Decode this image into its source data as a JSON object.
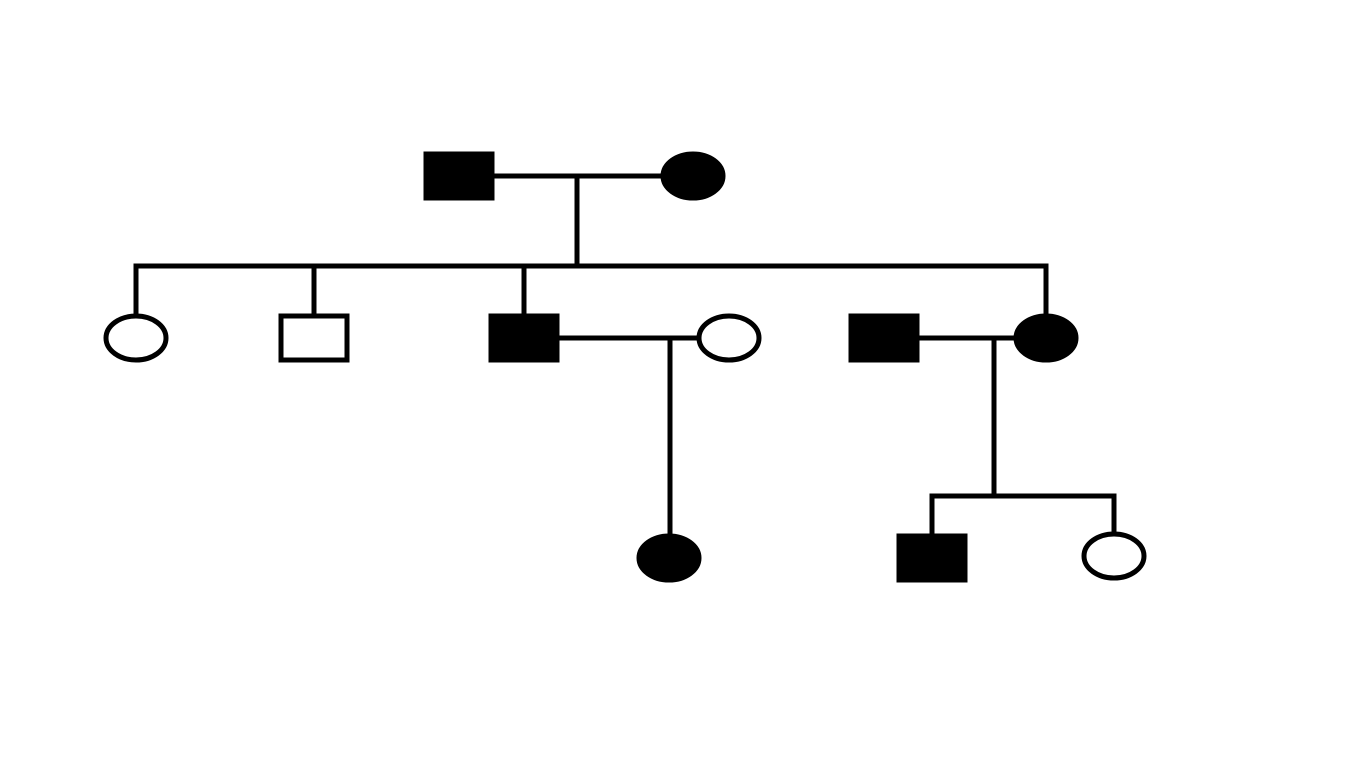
{
  "diagram": {
    "type": "pedigree",
    "colors": {
      "affected": "#000000",
      "unaffected": "#ffffff",
      "line": "#000000"
    },
    "generations": [
      {
        "generation": 1,
        "members": [
          {
            "id": "g1-father",
            "sex": "male",
            "affected": true
          },
          {
            "id": "g1-mother",
            "sex": "female",
            "affected": true
          }
        ]
      },
      {
        "generation": 2,
        "members": [
          {
            "id": "g2-daughter-1",
            "sex": "female",
            "affected": false
          },
          {
            "id": "g2-son-1",
            "sex": "male",
            "affected": false
          },
          {
            "id": "g2-son-2",
            "sex": "male",
            "affected": true
          },
          {
            "id": "g2-son-2-wife",
            "sex": "female",
            "affected": false,
            "married_in": true
          },
          {
            "id": "g2-daughter-2-husband",
            "sex": "male",
            "affected": true,
            "married_in": true
          },
          {
            "id": "g2-daughter-2",
            "sex": "female",
            "affected": true
          }
        ]
      },
      {
        "generation": 3,
        "members": [
          {
            "id": "g3-daughter-a",
            "sex": "female",
            "affected": true
          },
          {
            "id": "g3-son-b",
            "sex": "male",
            "affected": true
          },
          {
            "id": "g3-daughter-b",
            "sex": "female",
            "affected": false
          }
        ]
      }
    ],
    "couples": [
      {
        "partners": [
          "g1-father",
          "g1-mother"
        ],
        "children": [
          "g2-daughter-1",
          "g2-son-1",
          "g2-son-2",
          "g2-daughter-2"
        ]
      },
      {
        "partners": [
          "g2-son-2",
          "g2-son-2-wife"
        ],
        "children": [
          "g3-daughter-a"
        ]
      },
      {
        "partners": [
          "g2-daughter-2-husband",
          "g2-daughter-2"
        ],
        "children": [
          "g3-son-b",
          "g3-daughter-b"
        ]
      }
    ]
  }
}
